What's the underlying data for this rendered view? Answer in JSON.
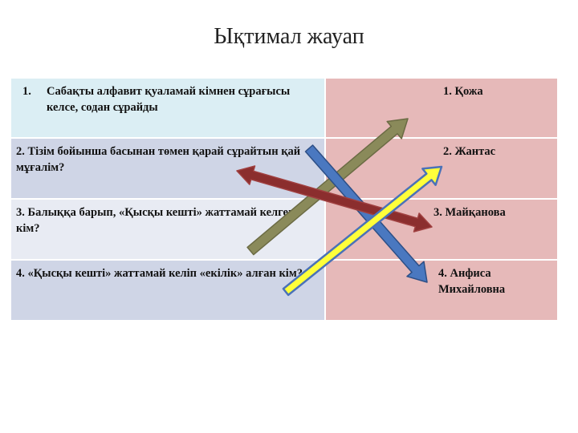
{
  "title": "Ықтимал жауап",
  "questions": [
    {
      "num": "1.",
      "text": "Сабақты алфавит қуаламай кімнен сұрағысы келсе, содан сұрайды"
    },
    {
      "text": "2. Тізім бойынша басынан төмен қарай сұрайтын қай мұғалім?"
    },
    {
      "text": "3. Балыққа барып,  «Қысқы кешті» жаттамай келген кім?"
    },
    {
      "text": "4. «Қысқы кешті» жаттамай келіп «екілік» алған кім?"
    }
  ],
  "answers": [
    {
      "text": "1. Қожа"
    },
    {
      "text": "2. Жантас"
    },
    {
      "text": "3. Майқанова"
    },
    {
      "line1": "4.  Анфиса",
      "line2": "Михайловна"
    }
  ],
  "arrows": [
    {
      "name": "olive",
      "color": "#8a8a5a",
      "outline": "#6b6b44"
    },
    {
      "name": "blue",
      "color": "#4a78c0",
      "outline": "#2d4f86"
    },
    {
      "name": "red",
      "color": "#8b2e2e",
      "outline": "#a04040"
    },
    {
      "name": "yellow",
      "color": "#ffff3a",
      "outline": "#4a72b8"
    }
  ]
}
